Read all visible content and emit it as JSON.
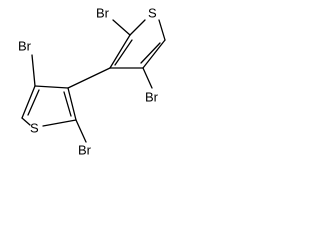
{
  "molecule": {
    "upper_ring": {
      "br_top_left": "Br",
      "sulfur": "S",
      "br_right": "Br"
    },
    "lower_ring": {
      "br_top": "Br",
      "sulfur": "S",
      "br_bottom": "Br"
    }
  }
}
